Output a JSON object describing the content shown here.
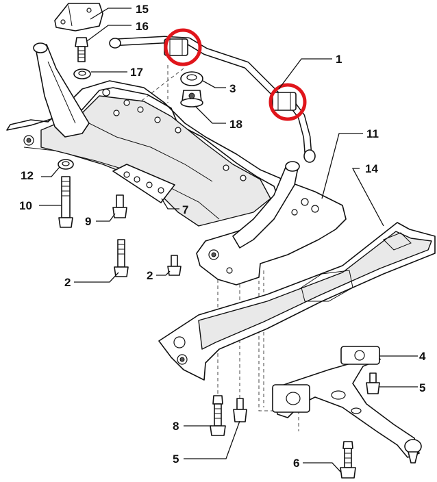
{
  "colors": {
    "line": "#111111",
    "highlight": "#e0151b",
    "background": "#ffffff"
  },
  "callouts": [
    {
      "id": "c15",
      "label": "15"
    },
    {
      "id": "c16",
      "label": "16"
    },
    {
      "id": "c17",
      "label": "17"
    },
    {
      "id": "c3",
      "label": "3"
    },
    {
      "id": "c18",
      "label": "18"
    },
    {
      "id": "c1",
      "label": "1"
    },
    {
      "id": "c11",
      "label": "11"
    },
    {
      "id": "c14",
      "label": "14"
    },
    {
      "id": "c12",
      "label": "12"
    },
    {
      "id": "c10",
      "label": "10"
    },
    {
      "id": "c7",
      "label": "7"
    },
    {
      "id": "c9",
      "label": "9"
    },
    {
      "id": "c2a",
      "label": "2"
    },
    {
      "id": "c2b",
      "label": "2"
    },
    {
      "id": "c4",
      "label": "4"
    },
    {
      "id": "c5a",
      "label": "5"
    },
    {
      "id": "c8",
      "label": "8"
    },
    {
      "id": "c5b",
      "label": "5"
    },
    {
      "id": "c6",
      "label": "6"
    }
  ]
}
